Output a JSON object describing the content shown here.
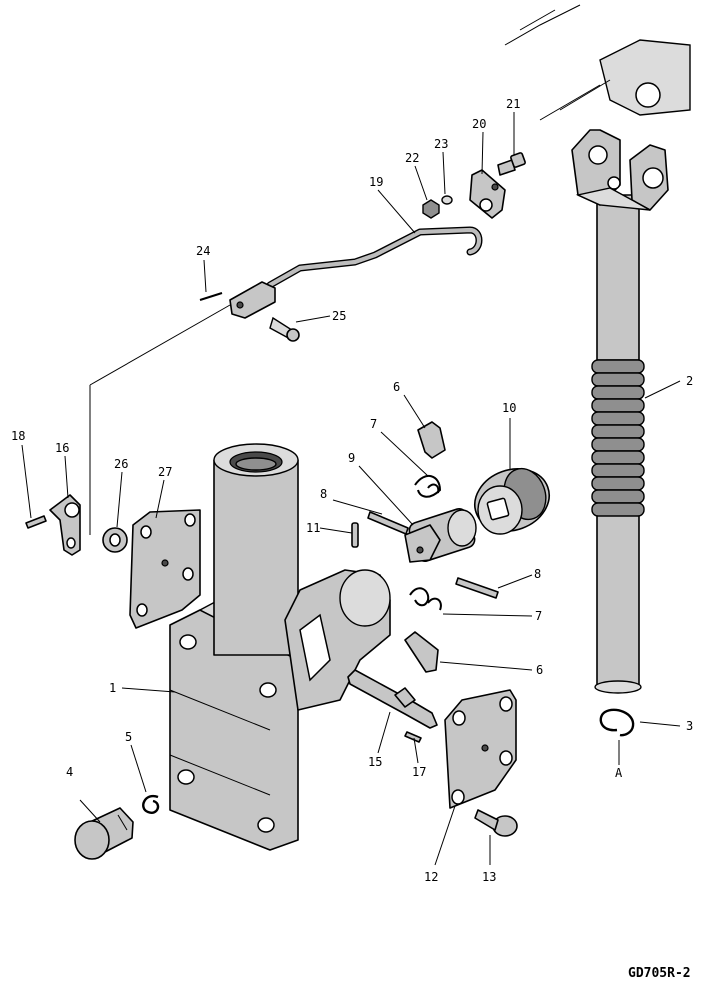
{
  "drawing_code": "GD705R-2",
  "callouts": [
    {
      "id": "c1",
      "text": "1"
    },
    {
      "id": "c2",
      "text": "2"
    },
    {
      "id": "c3",
      "text": "3"
    },
    {
      "id": "cA",
      "text": "A"
    },
    {
      "id": "c4",
      "text": "4"
    },
    {
      "id": "c5",
      "text": "5"
    },
    {
      "id": "c6a",
      "text": "6"
    },
    {
      "id": "c6b",
      "text": "6"
    },
    {
      "id": "c7a",
      "text": "7"
    },
    {
      "id": "c7b",
      "text": "7"
    },
    {
      "id": "c8a",
      "text": "8"
    },
    {
      "id": "c8b",
      "text": "8"
    },
    {
      "id": "c9",
      "text": "9"
    },
    {
      "id": "c10",
      "text": "10"
    },
    {
      "id": "c11",
      "text": "11"
    },
    {
      "id": "c12",
      "text": "12"
    },
    {
      "id": "c13",
      "text": "13"
    },
    {
      "id": "c15",
      "text": "15"
    },
    {
      "id": "c16",
      "text": "16"
    },
    {
      "id": "c17",
      "text": "17"
    },
    {
      "id": "c18",
      "text": "18"
    },
    {
      "id": "c19",
      "text": "19"
    },
    {
      "id": "c20",
      "text": "20"
    },
    {
      "id": "c21",
      "text": "21"
    },
    {
      "id": "c22",
      "text": "22"
    },
    {
      "id": "c23",
      "text": "23"
    },
    {
      "id": "c24",
      "text": "24"
    },
    {
      "id": "c25",
      "text": "25"
    },
    {
      "id": "c26",
      "text": "26"
    },
    {
      "id": "c27",
      "text": "27"
    }
  ]
}
